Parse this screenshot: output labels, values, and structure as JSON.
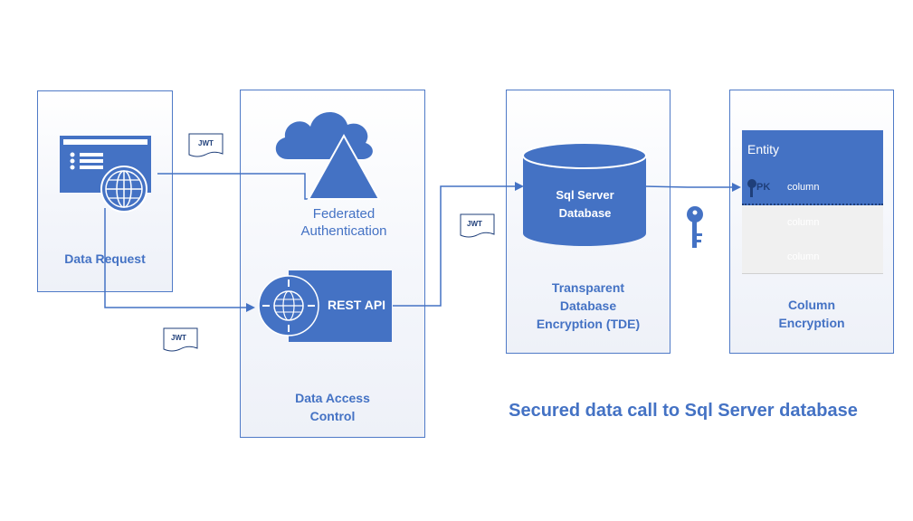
{
  "colors": {
    "accent": "#4472c4",
    "border": "#4f7ac7",
    "text_dark": "#1f3f7a",
    "row_light": "#f0f0f0"
  },
  "panels": {
    "data_request": {
      "label": "Data Request"
    },
    "data_access": {
      "label_line1": "Data Access",
      "label_line2": "Control"
    },
    "tde": {
      "label_line1": "Transparent",
      "label_line2": "Database",
      "label_line3": "Encryption (TDE)"
    },
    "column_encryption": {
      "label_line1": "Column",
      "label_line2": "Encryption"
    }
  },
  "federated": {
    "line1": "Federated",
    "line2": "Authentication"
  },
  "rest_api": {
    "label": "REST API"
  },
  "database": {
    "line1": "Sql Server",
    "line2": "Database"
  },
  "entity": {
    "title": "Entity",
    "pk_label": "PK",
    "rows": [
      "column",
      "column",
      "column"
    ]
  },
  "tokens": {
    "jwt": "JWT"
  },
  "icons": [
    "browser-window-icon",
    "globe-icon",
    "cloud-icon",
    "triangle-icon",
    "api-globe-icon",
    "database-cylinder-icon",
    "key-icon",
    "document-token-icon"
  ],
  "caption": "Secured data call to Sql Server database"
}
